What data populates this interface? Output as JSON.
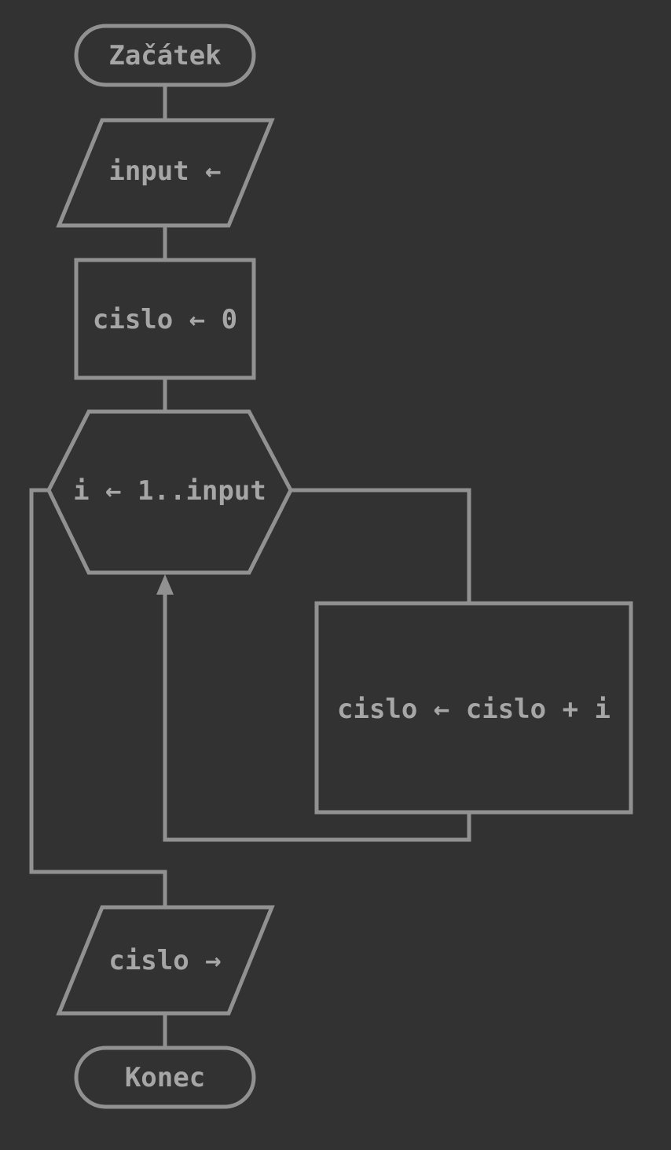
{
  "flowchart": {
    "start_label": "Začátek",
    "input_label": "input ←",
    "init_label": "cislo ← 0",
    "loop_label": "i ← 1..input",
    "body_label": "cislo ← cislo + i",
    "output_label": "cislo →",
    "end_label": "Konec"
  },
  "colors": {
    "background": "#323232",
    "stroke": "#919191",
    "text": "#a6a6a6"
  }
}
